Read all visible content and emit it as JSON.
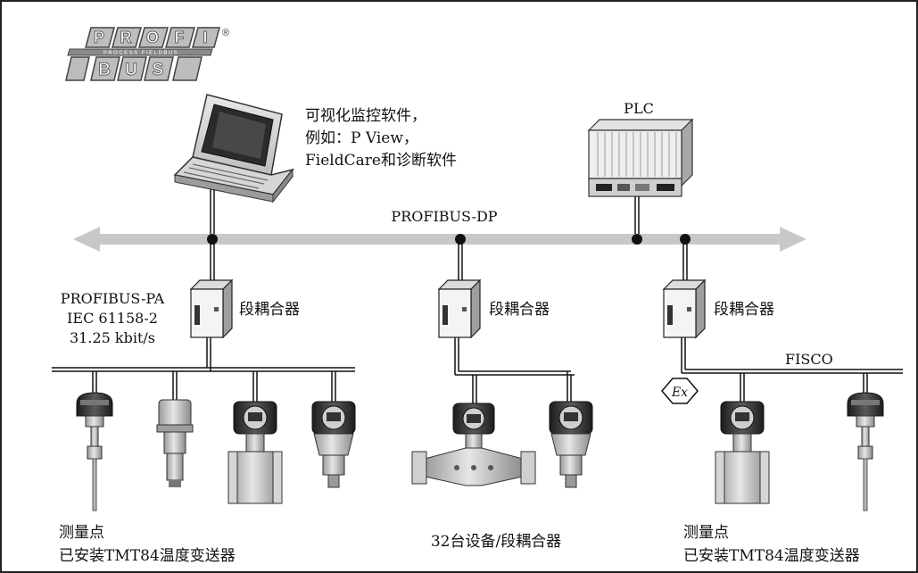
{
  "logo": {
    "letters_top": [
      "P",
      "R",
      "O",
      "F",
      "I"
    ],
    "registered": "®",
    "strip": "PROCESS FIELDBUS",
    "letters_bottom": [
      "B",
      "U",
      "S"
    ]
  },
  "software": {
    "line1": "可视化监控软件，",
    "line2": "例如：P View，",
    "line3": "FieldCare和诊断软件"
  },
  "plc": {
    "label": "PLC"
  },
  "dp_bus": {
    "label": "PROFIBUS-DP"
  },
  "pa_info": {
    "line1": "PROFIBUS-PA",
    "line2": "IEC 61158-2",
    "line3": "31.25 kbit/s"
  },
  "couplers": [
    {
      "label": "段耦合器"
    },
    {
      "label": "段耦合器"
    },
    {
      "label": "段耦合器"
    }
  ],
  "fisco": {
    "label": "FISCO"
  },
  "ex_symbol": {
    "label": "Ex"
  },
  "bottom_labels": {
    "left_line1": "测量点",
    "left_line2": "已安装TMT84温度变送器",
    "center": "32台设备/段耦合器",
    "right_line1": "测量点",
    "right_line2": "已安装TMT84温度变送器"
  },
  "colors": {
    "border": "#222222",
    "bus_arrow": "#c8c8c8",
    "line": "#1a1a1a",
    "device_dark": "#2a2a2a",
    "device_mid": "#8a8a8a",
    "device_light": "#d9d9d9"
  }
}
